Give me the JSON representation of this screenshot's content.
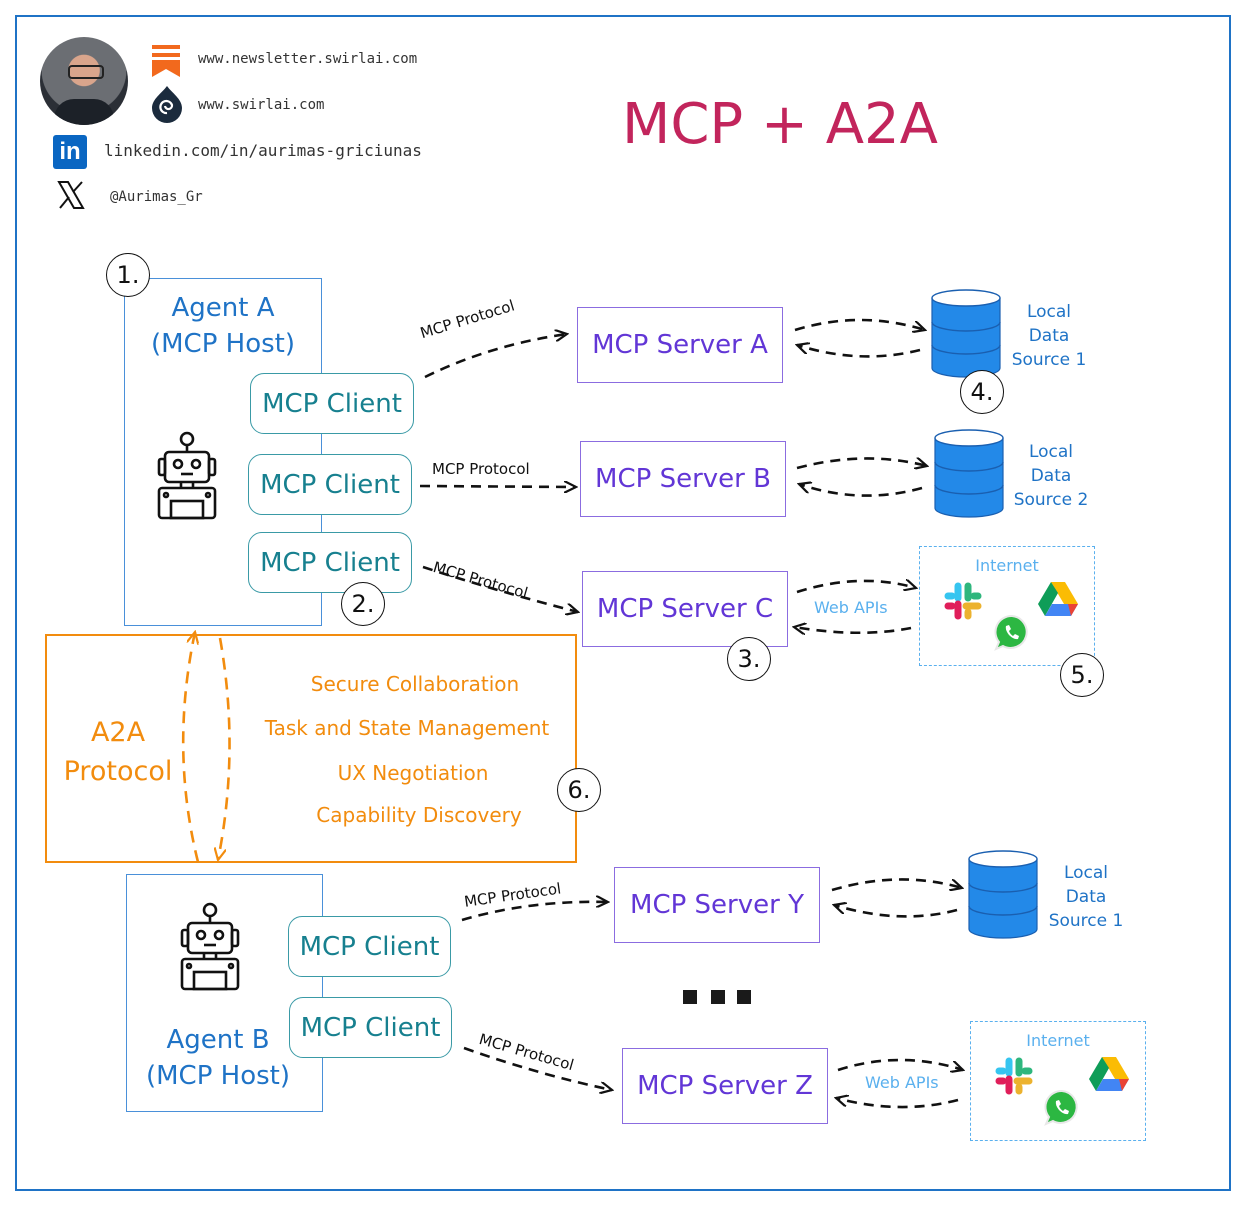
{
  "header": {
    "newsletter_url": "www.newsletter.swirlai.com",
    "site_url": "www.swirlai.com",
    "linkedin_url": "linkedin.com/in/aurimas-griciunas",
    "x_handle": "@Aurimas_Gr",
    "title": "MCP + A2A"
  },
  "colors": {
    "title": "#c2255c",
    "agent": "#1f73c6",
    "client": "#17808f",
    "server": "#6236d6",
    "a2a": "#f28c0e",
    "internet": "#5ab0ee",
    "database": "#2389e8"
  },
  "agent_a": {
    "name": "Agent A",
    "role": "(MCP Host)",
    "clients": [
      "MCP Client",
      "MCP Client",
      "MCP Client"
    ]
  },
  "agent_b": {
    "name": "Agent B",
    "role": "(MCP Host)",
    "clients": [
      "MCP Client",
      "MCP Client"
    ]
  },
  "protocol_label": "MCP Protocol",
  "servers": {
    "a": "MCP Server A",
    "b": "MCP Server B",
    "c": "MCP Server C",
    "y": "MCP Server Y",
    "z": "MCP Server Z"
  },
  "data_sources": {
    "a": [
      "Local",
      "Data",
      "Source 1"
    ],
    "b": [
      "Local",
      "Data",
      "Source 2"
    ],
    "y": [
      "Local",
      "Data",
      "Source 1"
    ]
  },
  "internet": {
    "label": "Internet",
    "web_apis": "Web APIs",
    "services": [
      "slack",
      "whatsapp",
      "google-drive"
    ]
  },
  "a2a": {
    "title_line1": "A2A",
    "title_line2": "Protocol",
    "features": [
      "Secure Collaboration",
      "Task and State Management",
      "UX Negotiation",
      "Capability Discovery"
    ]
  },
  "markers": [
    "1.",
    "2.",
    "3.",
    "4.",
    "5.",
    "6."
  ]
}
